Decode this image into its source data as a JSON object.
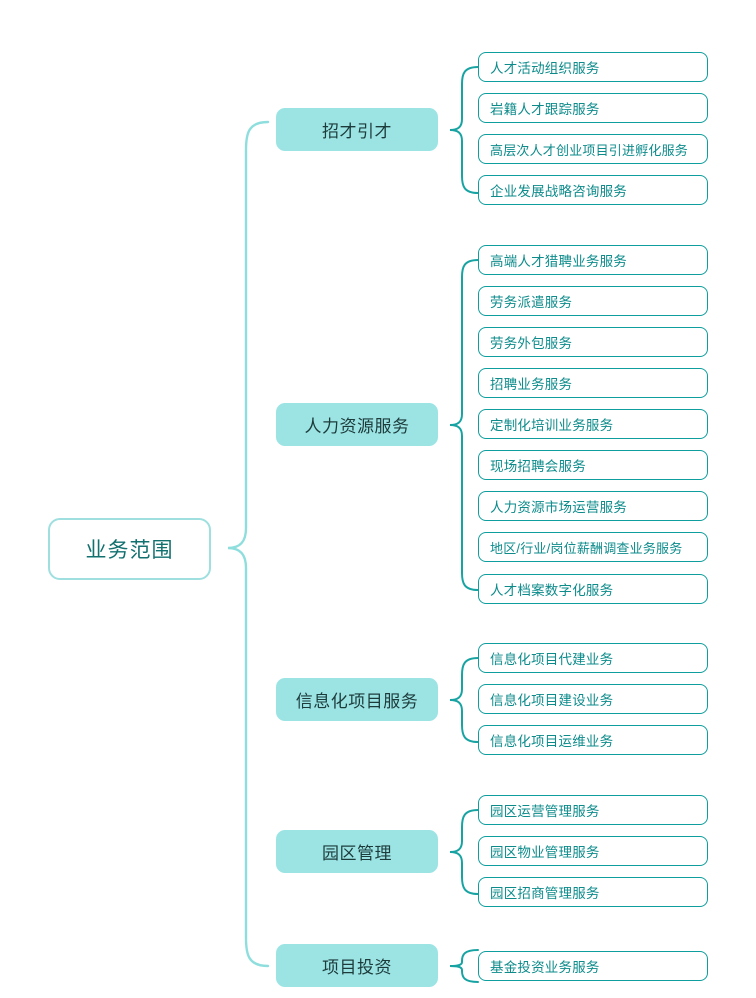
{
  "diagram": {
    "type": "mindmap",
    "title": "业务范围",
    "orientation": "left-to-right",
    "colors": {
      "root_border": "#9fdfdf",
      "root_text": "#12706f",
      "level2_fill": "#9ce4e4",
      "level2_text": "#1d3b3b",
      "leaf_border": "#0f9e9e",
      "leaf_text": "#0d8b8b",
      "main_brace": "#8fdede",
      "sub_brace": "#18a3a3",
      "background": "#ffffff"
    },
    "root": {
      "label": "业务范围"
    },
    "branches": [
      {
        "label": "招才引才",
        "leaves": [
          "人才活动组织服务",
          "岩籍人才跟踪服务",
          "高层次人才创业项目引进孵化服务",
          "企业发展战略咨询服务"
        ]
      },
      {
        "label": "人力资源服务",
        "leaves": [
          "高端人才猎聘业务服务",
          "劳务派遣服务",
          "劳务外包服务",
          "招聘业务服务",
          "定制化培训业务服务",
          "现场招聘会服务",
          "人力资源市场运营服务",
          "地区/行业/岗位薪酬调查业务服务",
          "人才档案数字化服务"
        ]
      },
      {
        "label": "信息化项目服务",
        "leaves": [
          "信息化项目代建业务",
          "信息化项目建设业务",
          "信息化项目运维业务"
        ]
      },
      {
        "label": "园区管理",
        "leaves": [
          "园区运营管理服务",
          "园区物业管理服务",
          "园区招商管理服务"
        ]
      },
      {
        "label": "项目投资",
        "leaves": [
          "基金投资业务服务"
        ]
      }
    ]
  }
}
